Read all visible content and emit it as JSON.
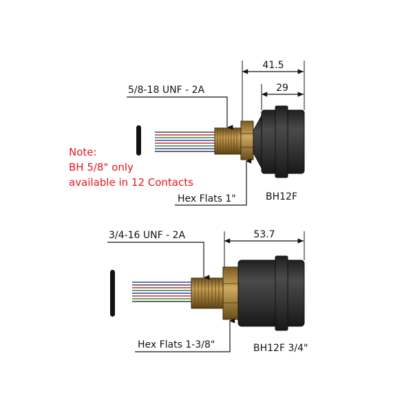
{
  "note": {
    "line1": "Note:",
    "line2": "BH 5/8\" only",
    "line3": "available in 12 Contacts"
  },
  "top_connector": {
    "thread_label": "5/8-18 UNF - 2A",
    "dim_overall": "41.5",
    "dim_body": "29",
    "hex_label": "Hex Flats 1\"",
    "model_label": "BH12F"
  },
  "bottom_connector": {
    "thread_label": "3/4-16 UNF - 2A",
    "dim_overall": "53.7",
    "hex_label": "Hex Flats 1-3/8\"",
    "model_label": "BH12F 3/4\""
  },
  "colors": {
    "note_red": "#e8141c",
    "body_dark": "#2e2e2e",
    "brass": "#a27d3a",
    "wire_blue": "#2a3fb0",
    "wire_red": "#cc2a2a",
    "wire_green": "#2d8a3a"
  }
}
